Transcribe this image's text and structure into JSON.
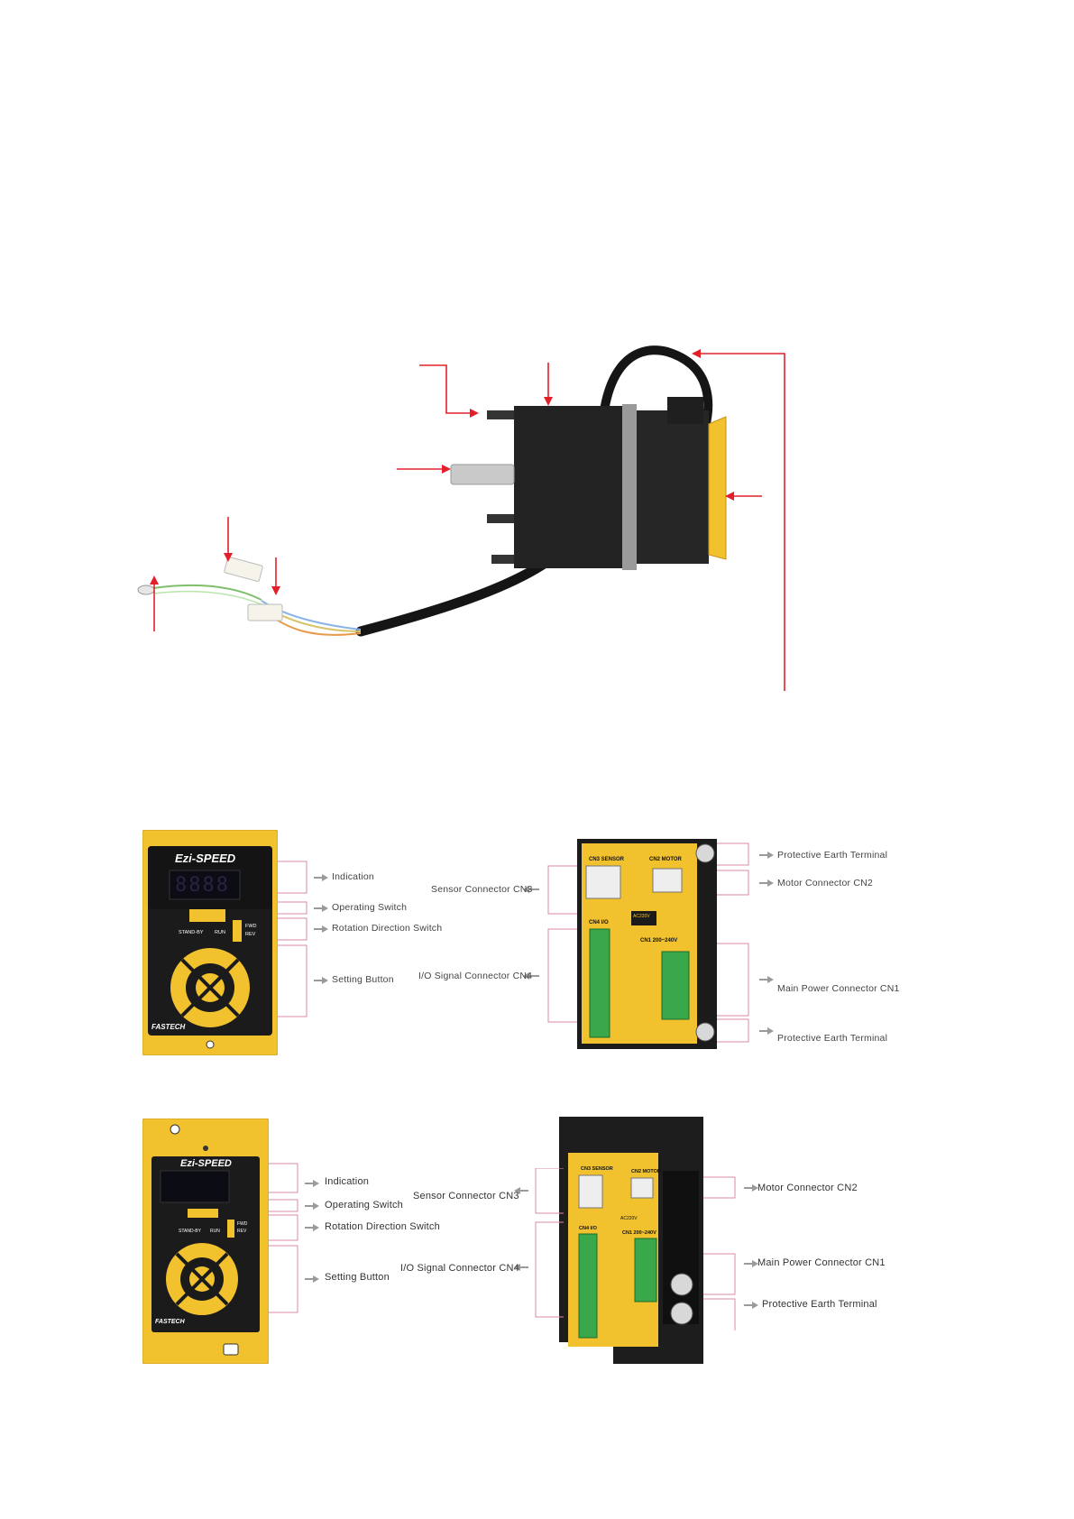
{
  "panel1": {
    "logo": "Ezi-SPEED",
    "display": "8888",
    "switch_labels": {
      "standby": "STAND-BY",
      "run": "RUN",
      "fwd": "FWD",
      "rev": "REV"
    },
    "brand": "FASTECH",
    "callouts": {
      "indication": "Indication",
      "operating_switch": "Operating Switch",
      "rotation_direction_switch": "Rotation Direction Switch",
      "setting_button": "Setting Button"
    }
  },
  "driver1": {
    "labels": {
      "cn3": "CN3 SENSOR",
      "cn2": "CN2 MOTOR",
      "cn4": "CN4 I/O",
      "cn1": "CN1 200~240V",
      "ac": "AC220V"
    },
    "callouts": {
      "sensor_connector": "Sensor Connector CN3",
      "io_signal_connector": "I/O Signal Connector CN4",
      "protective_earth_top": "Protective Earth Terminal",
      "motor_connector": "Motor Connector CN2",
      "main_power_connector": "Main Power Connector CN1",
      "protective_earth_bottom": "Protective Earth Terminal"
    }
  },
  "panel2": {
    "logo": "Ezi-SPEED",
    "switch_labels": {
      "standby": "STAND-BY",
      "run": "RUN",
      "fwd": "FWD",
      "rev": "REV"
    },
    "brand": "FASTECH",
    "callouts": {
      "indication": "Indication",
      "operating_switch": "Operating Switch",
      "rotation_direction_switch": "Rotation Direction Switch",
      "setting_button": "Setting Button"
    }
  },
  "driver2": {
    "labels": {
      "cn3": "CN3 SENSOR",
      "cn2": "CN2 MOTOR",
      "cn4": "CN4 I/O",
      "cn1": "CN1 200~240V",
      "ac": "AC220V"
    },
    "callouts": {
      "sensor_connector": "Sensor Connector CN3",
      "io_signal_connector": "I/O Signal Connector CN4",
      "motor_connector": "Motor Connector CN2",
      "main_power_connector": "Main Power Connector CN1",
      "protective_earth": "Protective Earth Terminal"
    }
  },
  "colors": {
    "yellow": "#f2c12e",
    "yellow_dark": "#d9a81f",
    "black": "#1b1b1b",
    "callout_pink": "#d98aa8",
    "arrow_red": "#e3202a",
    "arrow_grey": "#9a9a9a"
  }
}
